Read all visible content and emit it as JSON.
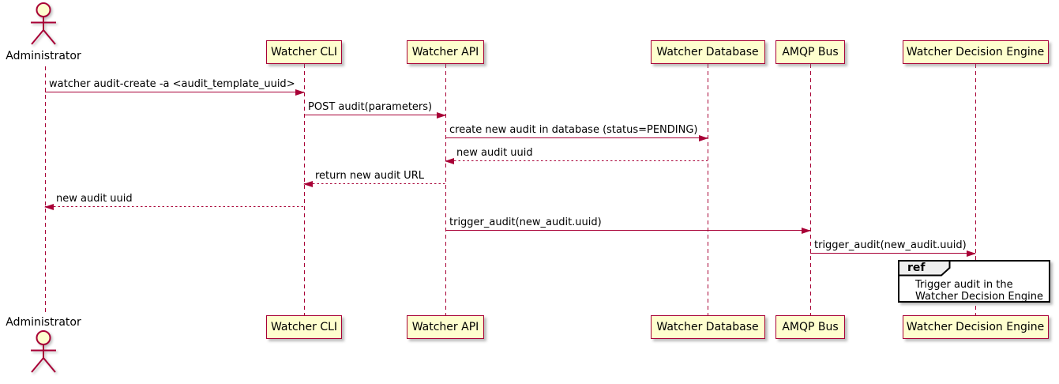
{
  "diagram": {
    "type": "sequence-diagram",
    "style": "plantuml",
    "colors": {
      "participant_fill": "#FEFECE",
      "stroke": "#A80036",
      "text": "#000000",
      "ref_header_fill": "#EEEEEE",
      "ref_border": "#000000",
      "background": "#FFFFFF"
    },
    "participants": [
      {
        "id": "admin",
        "label": "Administrator",
        "kind": "actor"
      },
      {
        "id": "cli",
        "label": "Watcher CLI",
        "kind": "participant"
      },
      {
        "id": "api",
        "label": "Watcher API",
        "kind": "participant"
      },
      {
        "id": "db",
        "label": "Watcher Database",
        "kind": "participant"
      },
      {
        "id": "amqp",
        "label": "AMQP Bus",
        "kind": "participant"
      },
      {
        "id": "wde",
        "label": "Watcher Decision Engine",
        "kind": "participant"
      }
    ],
    "messages": [
      {
        "from": "admin",
        "to": "cli",
        "label": "watcher audit-create -a <audit_template_uuid>",
        "style": "solid"
      },
      {
        "from": "cli",
        "to": "api",
        "label": "POST audit(parameters)",
        "style": "solid"
      },
      {
        "from": "api",
        "to": "db",
        "label": "create new audit in database (status=PENDING)",
        "style": "solid"
      },
      {
        "from": "db",
        "to": "api",
        "label": "new audit uuid",
        "style": "dashed"
      },
      {
        "from": "api",
        "to": "cli",
        "label": "return new audit URL",
        "style": "dashed"
      },
      {
        "from": "cli",
        "to": "admin",
        "label": "new audit uuid",
        "style": "dashed"
      },
      {
        "from": "api",
        "to": "amqp",
        "label": "trigger_audit(new_audit.uuid)",
        "style": "solid"
      },
      {
        "from": "amqp",
        "to": "wde",
        "label": "trigger_audit(new_audit.uuid)",
        "style": "solid"
      }
    ],
    "ref": {
      "keyword": "ref",
      "over": "wde",
      "lines": [
        "Trigger audit in the",
        "Watcher Decision Engine"
      ]
    }
  }
}
